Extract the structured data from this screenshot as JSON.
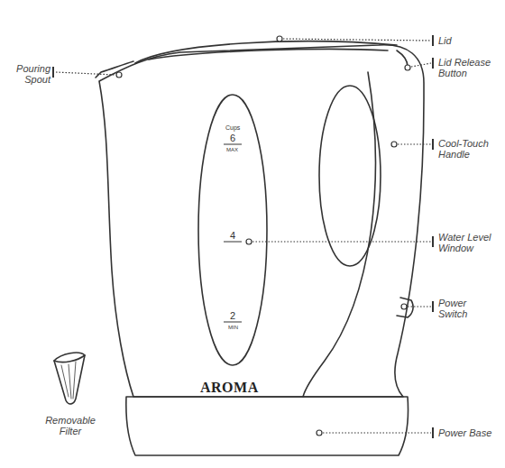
{
  "diagram": {
    "labels": [
      "Pouring Spout",
      "Lid",
      "Lid Release Button",
      "Cool-Touch Handle",
      "Water Level Window",
      "Cups",
      "6",
      "MAX",
      "4",
      "Power Switch",
      "2",
      "MIN",
      "AROMA",
      "Removable Filter",
      "Power Base"
    ]
  }
}
